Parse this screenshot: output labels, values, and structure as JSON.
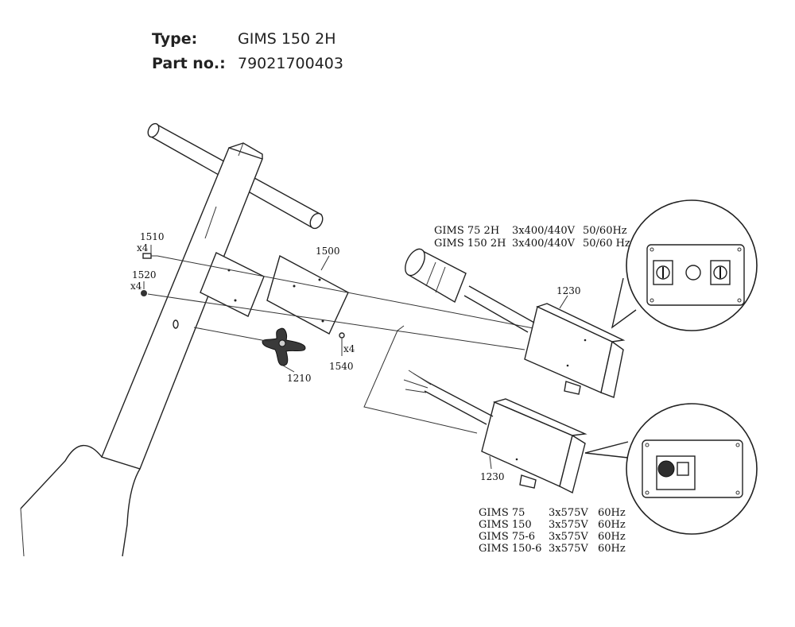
{
  "header": {
    "type_label": "Type:",
    "type_value": "GIMS 150 2H",
    "part_label": "Part no.:",
    "part_value": "79021700403"
  },
  "callouts": {
    "p1510": "1510",
    "p1510_qty": "x4",
    "p1520": "1520",
    "p1520_qty": "x4",
    "p1500": "1500",
    "p1540": "1540",
    "p1540_qty": "x4",
    "p1210": "1210",
    "p1230_top": "1230",
    "p1230_bottom": "1230"
  },
  "variants_top": [
    {
      "model": "GIMS 75 2H",
      "voltage": "3x400/440V",
      "freq": "50/60Hz"
    },
    {
      "model": "GIMS 150 2H",
      "voltage": "3x400/440V",
      "freq": "50/60 Hz"
    }
  ],
  "variants_bottom": [
    {
      "model": "GIMS 75",
      "voltage": "3x575V",
      "freq": "60Hz"
    },
    {
      "model": "GIMS 150",
      "voltage": "3x575V",
      "freq": "60Hz"
    },
    {
      "model": "GIMS 75-6",
      "voltage": "3x575V",
      "freq": "60Hz"
    },
    {
      "model": "GIMS 150-6",
      "voltage": "3x575V",
      "freq": "60Hz"
    }
  ]
}
